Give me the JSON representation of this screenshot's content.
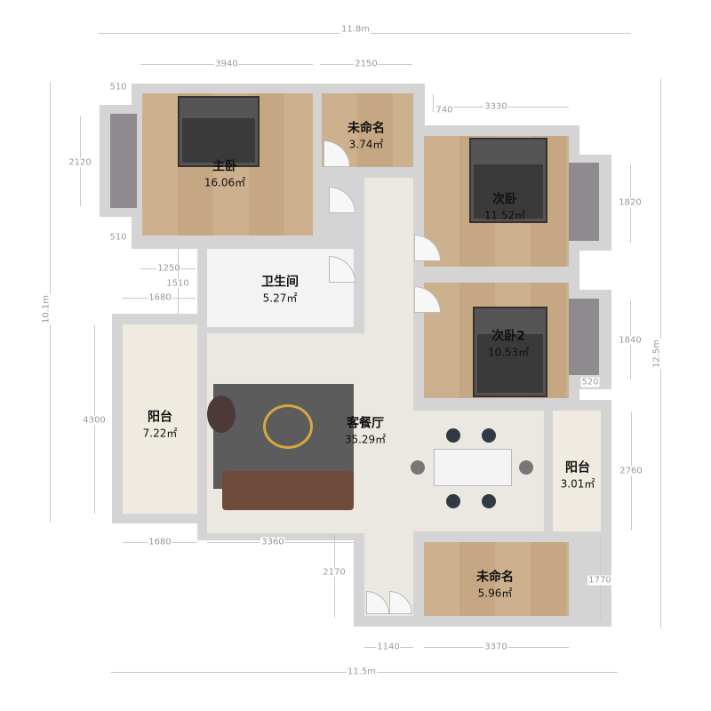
{
  "rooms": {
    "master": {
      "name": "主卧",
      "area": "16.06㎡"
    },
    "unnamed_top": {
      "name": "未命名",
      "area": "3.74㎡"
    },
    "second": {
      "name": "次卧",
      "area": "11.52㎡"
    },
    "bath": {
      "name": "卫生间",
      "area": "5.27㎡"
    },
    "second2": {
      "name": "次卧2",
      "area": "10.53㎡"
    },
    "balcony_left": {
      "name": "阳台",
      "area": "7.22㎡"
    },
    "living": {
      "name": "客餐厅",
      "area": "35.29㎡"
    },
    "balcony_right": {
      "name": "阳台",
      "area": "3.01㎡"
    },
    "unnamed_bottom": {
      "name": "未命名",
      "area": "5.96㎡"
    }
  },
  "dims": {
    "top_total": "11.8m",
    "top_a": "3940",
    "top_b": "2150",
    "top_c": "740",
    "top_d": "3330",
    "left_total": "10.1m",
    "left_a": "510",
    "left_b": "2120",
    "left_c": "510",
    "left_d": "1250",
    "left_e": "1510",
    "left_f": "1680",
    "left_g": "4300",
    "right_total": "12.5m",
    "right_a": "1820",
    "right_b": "1840",
    "right_c": "520",
    "right_d": "2760",
    "right_e": "1770",
    "bottom_total": "11.5m",
    "bottom_a": "1680",
    "bottom_b": "3360",
    "bottom_c": "2170",
    "bottom_d": "1140",
    "bottom_e": "3370"
  }
}
